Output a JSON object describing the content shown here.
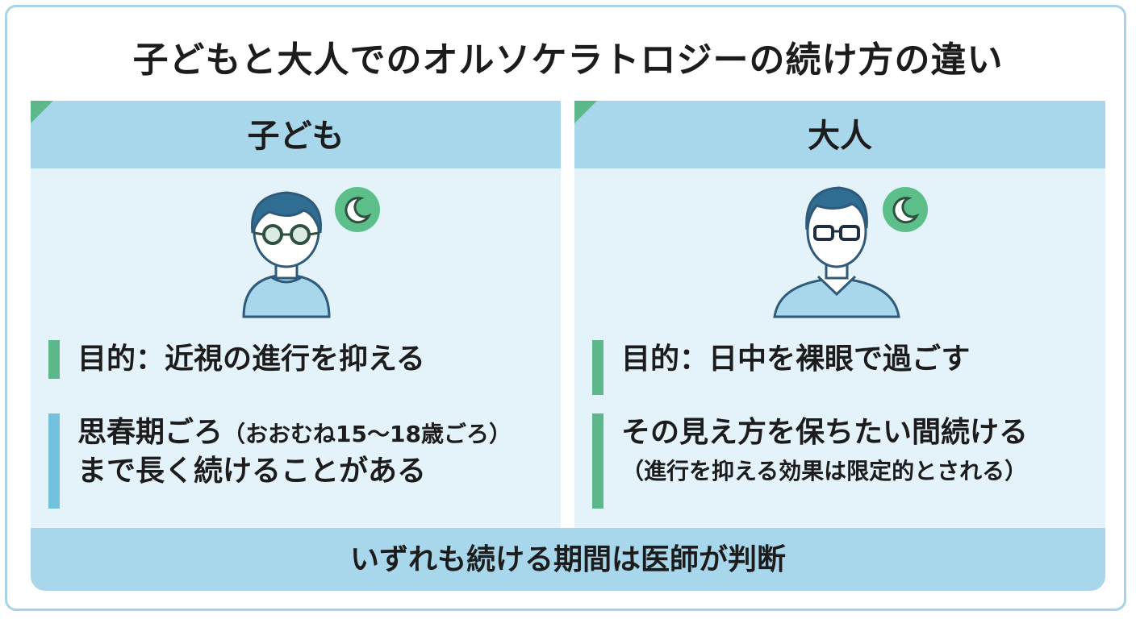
{
  "title": "子どもと大人でのオルソケラトロジーの続け方の違い",
  "colors": {
    "header_blue": "#a8d6ea",
    "panel_bg": "#e4f2fa",
    "accent_green": "#5cb88a",
    "accent_blue": "#72c2de"
  },
  "panels": [
    {
      "heading": "子ども",
      "icon": "child-with-glasses-icon",
      "items": [
        {
          "lines": [
            "目的：近視の進行を抑える"
          ]
        },
        {
          "line1_main": "思春期ごろ",
          "line1_small": "（おおむね15〜18歳ごろ）",
          "line2": "まで長く続けることがある"
        }
      ]
    },
    {
      "heading": "大人",
      "icon": "adult-with-glasses-icon",
      "items": [
        {
          "lines": [
            "目的：日中を裸眼で過ごす"
          ]
        },
        {
          "line1": "その見え方を保ちたい間続ける",
          "line2_small": "（進行を抑える効果は限定的とされる）"
        }
      ]
    }
  ],
  "footer": "いずれも続ける期間は医師が判断"
}
